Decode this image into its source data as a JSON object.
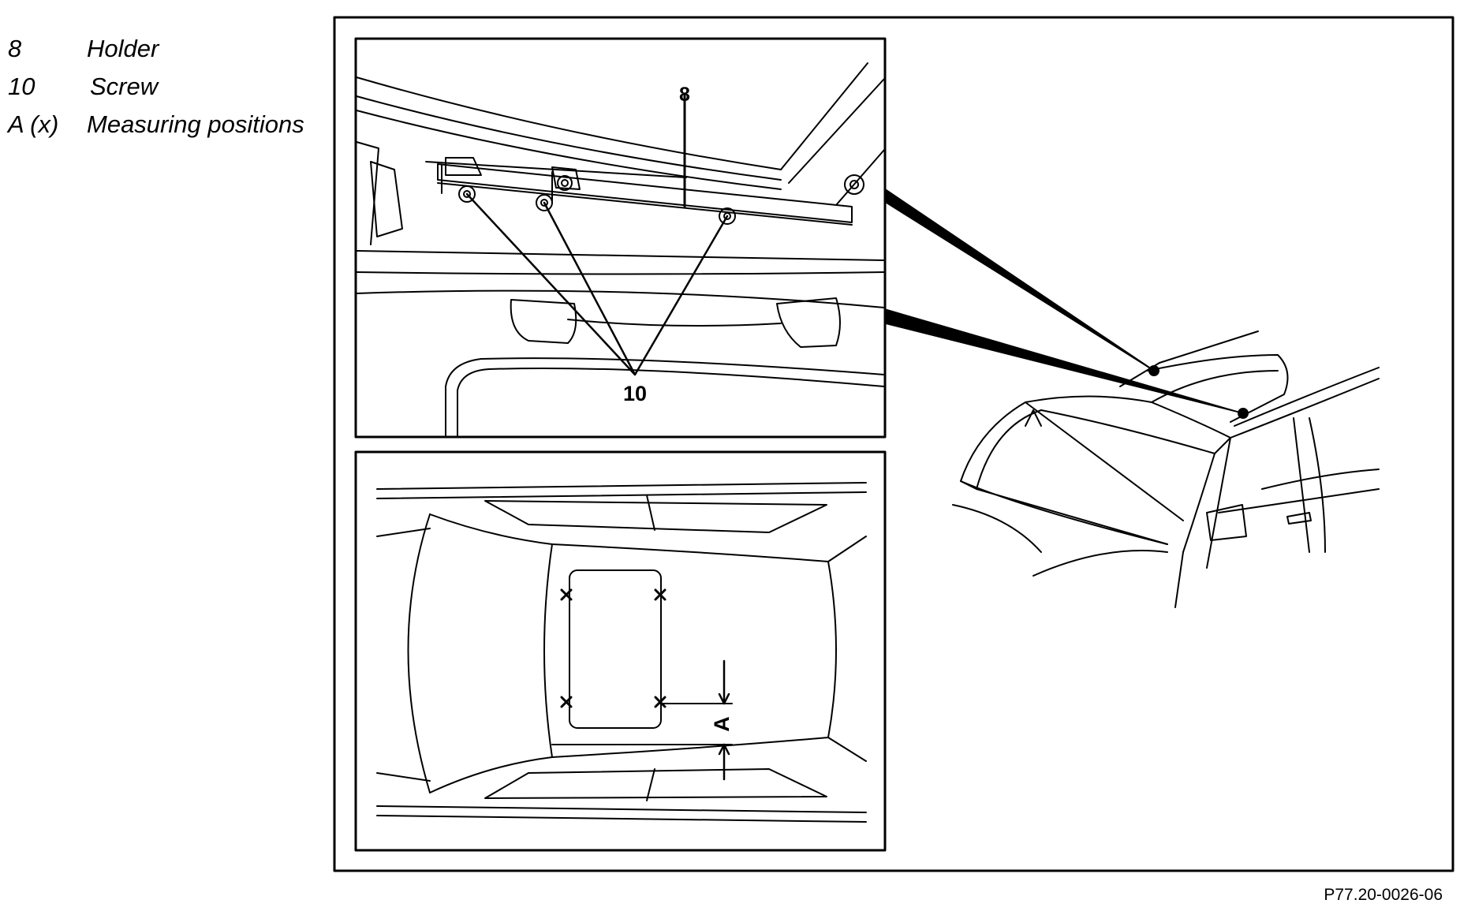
{
  "legend": [
    {
      "key": "8",
      "label": "Holder"
    },
    {
      "key": "10",
      "label": "Screw"
    },
    {
      "key": "A (x)",
      "label": "Measuring positions"
    }
  ],
  "callouts": {
    "holder": "8",
    "screw": "10",
    "measure": "A"
  },
  "reference": "P77.20-0026-06"
}
